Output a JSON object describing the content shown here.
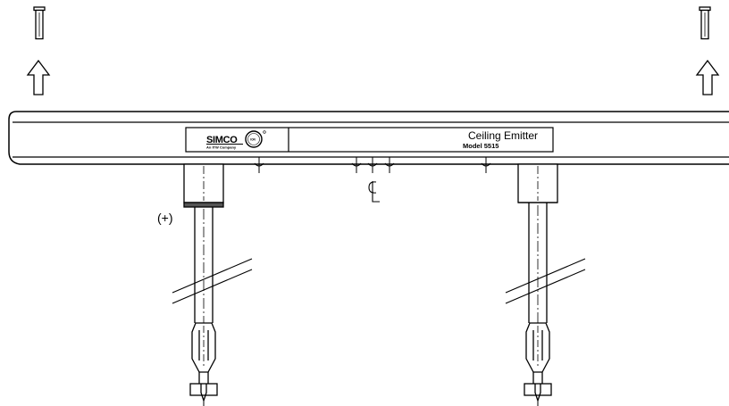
{
  "diagram": {
    "product_label": {
      "title": "Ceiling Emitter",
      "model": "Model 5515"
    },
    "logo": {
      "brand": "SIMCO",
      "tagline": "An ITW Company",
      "seal": "ION"
    },
    "centerline_symbol": "CL",
    "polarity_label": "(+)",
    "colors": {
      "line": "#000000",
      "background": "#ffffff"
    }
  }
}
